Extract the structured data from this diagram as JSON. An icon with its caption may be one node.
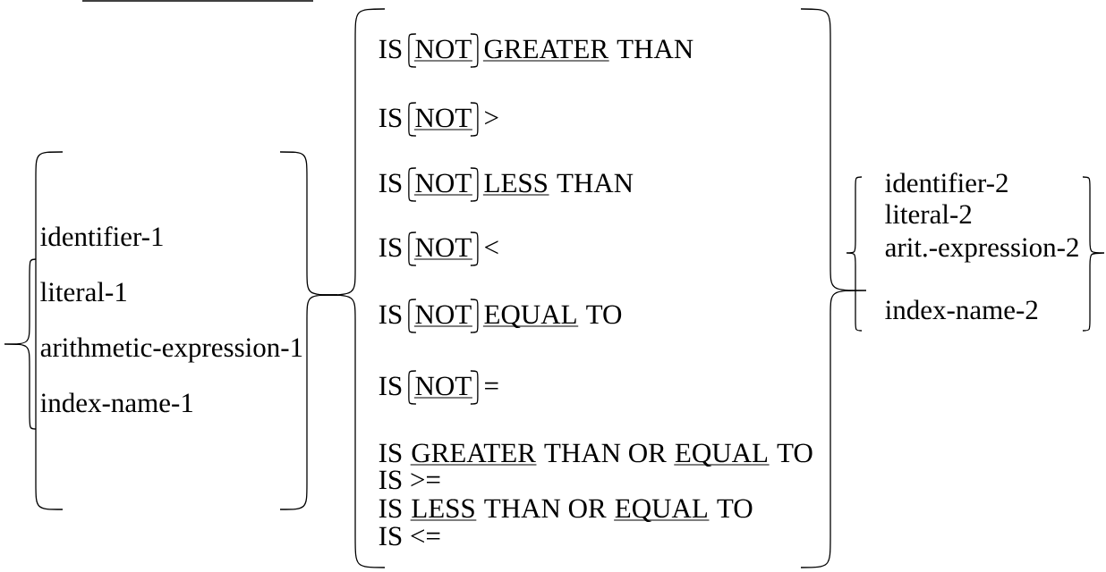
{
  "diagram": {
    "labels": [
      "identifier-1",
      "literal-1",
      "arithmetic-expression-1",
      "index-name-1",
      "IS",
      "NOT",
      "GREATER",
      "THAN",
      "IS",
      "NOT",
      ">",
      "IS",
      "NOT",
      "LESS",
      "THAN",
      "IS",
      "NOT",
      "<",
      "IS",
      "NOT",
      "EQUAL",
      "TO",
      "IS",
      "NOT",
      "=",
      "IS",
      "GREATER",
      "THAN OR",
      "EQUAL",
      "TO",
      "IS >=",
      "IS",
      "LESS",
      "THAN OR",
      "EQUAL",
      "TO",
      "IS <=",
      "identifier-2",
      "literal-2",
      "arit.-expression-2",
      "index-name-2"
    ]
  }
}
